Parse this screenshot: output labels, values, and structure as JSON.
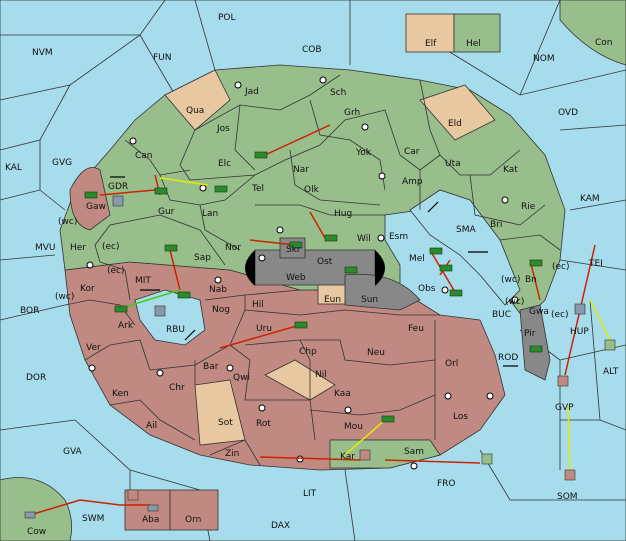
{
  "colors": {
    "sea": "#a6dcec",
    "green_power": "#98be8c",
    "red_power": "#c08a82",
    "neutral": "#e8c8a0",
    "gray_power": "#888888",
    "order_arrow": "#cc2200",
    "support_arrow": "#e8e800",
    "green_support_arrow": "#44cc22"
  },
  "labels": {
    "POL": "POL",
    "COB": "COB",
    "FUN": "FUN",
    "NVM": "NVM",
    "NOM": "NOM",
    "Con": "Con",
    "OVD": "OVD",
    "KAL": "KAL",
    "GVG": "GVG",
    "KAM": "KAM",
    "MVU": "MVU",
    "BOR": "BOR",
    "DOR": "DOR",
    "GVA": "GVA",
    "LIT": "LIT",
    "DAX": "DAX",
    "FRO": "FRO",
    "SOM": "SOM",
    "TEI": "TEI",
    "ALT": "ALT",
    "HUP": "HUP",
    "GVP": "GVP",
    "ROD": "ROD",
    "BUC": "BUC",
    "SMA": "SMA",
    "MIT": "MIT",
    "RBU": "RBU",
    "GDR": "GDR",
    "SWM": "SWM",
    "Elf": "Elf",
    "Hel": "Hel",
    "Jad": "Jad",
    "Sch": "Sch",
    "Qua": "Qua",
    "Eld": "Eld",
    "Grh": "Grh",
    "Jos": "Jos",
    "Can": "Can",
    "Yok": "Yok",
    "Car": "Car",
    "Uta": "Uta",
    "Kat": "Kat",
    "Elc": "Elc",
    "Nar": "Nar",
    "Tel": "Tel",
    "Olk": "Olk",
    "Amp": "Amp",
    "Rie": "Rie",
    "Gaw": "Gaw",
    "Gur": "Gur",
    "Lan": "Lan",
    "Hug": "Hug",
    "Bri": "Bri",
    "wc1": "(wc)",
    "Her": "Her",
    "ec1": "(ec)",
    "Nor": "Nor",
    "Wil": "Wil",
    "Esm": "Esm",
    "Skr": "Skr",
    "Sap": "Sap",
    "Ost": "Ost",
    "Web": "Web",
    "Mel": "Mel",
    "Bn": "Bn",
    "wc2": "(wc)",
    "ec2": "(ec)",
    "ec3": "(ec)",
    "Kor": "Kor",
    "Nab": "Nab",
    "Obs": "Obs",
    "wc3": "(wc)",
    "Eun": "Eun",
    "Sun": "Sun",
    "Gwa": "Gwa",
    "wc4": "(wc)",
    "ec4": "(ec)",
    "Hil": "Hil",
    "Nog": "Nog",
    "Ark": "Ark",
    "Uru": "Uru",
    "Feu": "Feu",
    "Pir": "Pir",
    "Ver": "Ver",
    "Chp": "Chp",
    "Neu": "Neu",
    "Orl": "Orl",
    "Bar": "Bar",
    "Qwi": "Qwi",
    "Nil": "Nil",
    "Ken": "Ken",
    "Chr": "Chr",
    "Kaa": "Kaa",
    "Ail": "Ail",
    "Sot": "Sot",
    "Rot": "Rot",
    "Los": "Los",
    "Mou": "Mou",
    "Zin": "Zin",
    "Kar": "Kar",
    "Sam": "Sam",
    "Cow": "Cow",
    "Aba": "Aba",
    "Orn": "Orn"
  }
}
